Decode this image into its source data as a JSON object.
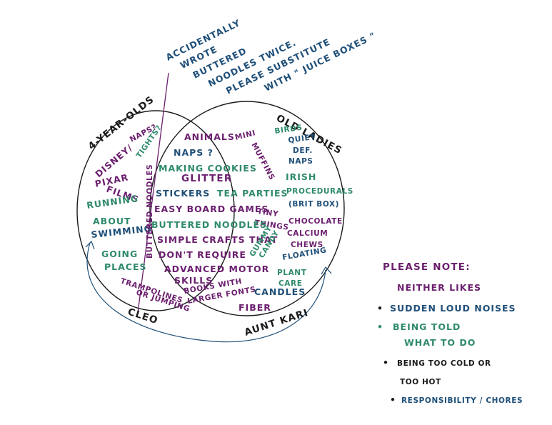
{
  "colors": {
    "purple": "#6b1f6e",
    "teal": "#2f8a6c",
    "navy": "#1f4f78",
    "black": "#1a1a1a"
  },
  "sets": {
    "left_title": "4-YEAR-OLDS",
    "right_title": "OLD LADIES",
    "left_name": "CLEO",
    "right_name": "AUNT KARI"
  },
  "correction_note": {
    "lines": [
      "ACCIDENTALLY",
      "WROTE",
      "BUTTERED",
      "NOODLES TWICE.",
      "PLEASE SUBSTITUTE",
      "WITH \" JUICE BOXES \""
    ]
  },
  "left_only": {
    "naps": "NAPS?",
    "tights": "TIGHTS?",
    "disney": "DISNEY/",
    "pixar": "PIXAR",
    "films": "FILMS",
    "running": "RUNNING",
    "about": "ABOUT",
    "swimming": "SWIMMING",
    "going": "GOING",
    "places": "PLACES",
    "trampolines": "TRAMPOLINES",
    "or_jumping": "OR JUMPING"
  },
  "both": {
    "buttered_noodles_vertical": "BUTTERED NOODLES",
    "animals": "ANIMALS",
    "naps": "NAPS ?",
    "mini": "MINI",
    "muffins": "MUFFINS",
    "making_cookies": "MAKING COOKIES",
    "glitter": "GLITTER",
    "stickers": "STICKERS",
    "tea_parties": "TEA PARTIES",
    "easy_board_games": "EASY BOARD GAMES",
    "tiny": "TINY",
    "things": "THINGS",
    "buttered_noodles": "BUTTERED NOODLES",
    "simple_crafts": "SIMPLE CRAFTS THAT",
    "dont_require": "DON'T REQUIRE",
    "gummy": "GUMMY",
    "candy": "CANDY",
    "advanced_motor": "ADVANCED MOTOR",
    "skills": "SKILLS",
    "books_with": "BOOKS WITH",
    "larger_fonts": "LARGER FONTS"
  },
  "right_only": {
    "birds": "BIRDS",
    "quiet": "QUIET",
    "def": "DEF.",
    "naps": "NAPS",
    "irish": "IRISH",
    "procedurals": "PROCEDURALS",
    "brit_box": "(BRIT BOX)",
    "chocolate": "CHOCOLATE",
    "calcium": "CALCIUM",
    "chews": "CHEWS",
    "floating": "FLOATING",
    "plant": "PLANT",
    "care": "CARE",
    "candles": "CANDLES",
    "fiber": "FIBER"
  },
  "note": {
    "title": "PLEASE NOTE:",
    "subtitle": "NEITHER LIKES",
    "items": [
      {
        "bullet": "•",
        "lines": [
          "SUDDEN LOUD NOISES"
        ]
      },
      {
        "bullet": "•",
        "lines": [
          "BEING TOLD",
          "WHAT TO DO"
        ]
      },
      {
        "bullet": "•",
        "lines": [
          "BEING TOO COLD OR",
          "TOO HOT"
        ]
      },
      {
        "bullet": "•",
        "lines": [
          "RESPONSIBILITY / CHORES"
        ]
      }
    ]
  }
}
